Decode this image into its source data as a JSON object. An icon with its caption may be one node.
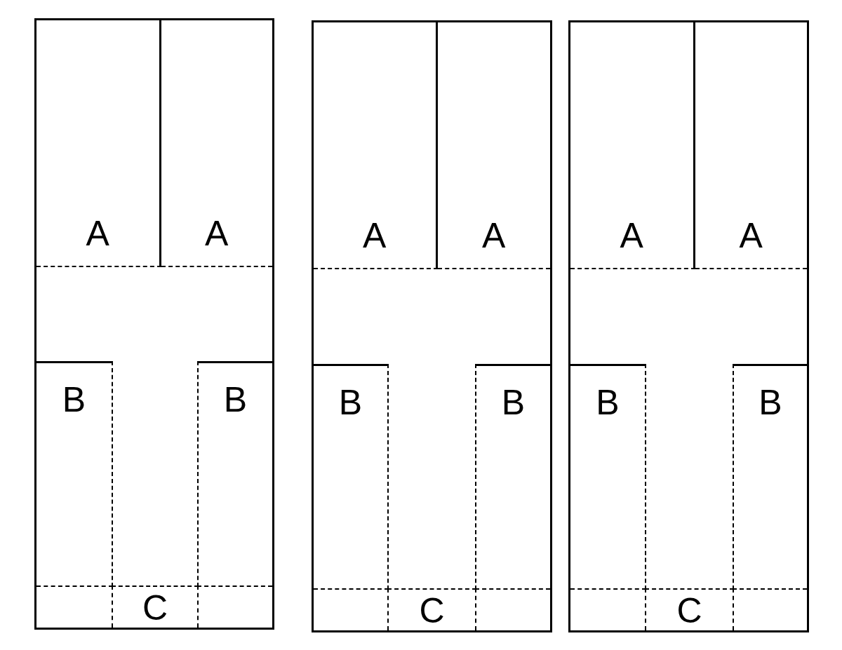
{
  "diagram": {
    "nodes": [
      {
        "text": [],
        "shape": "box"
      },
      {
        "text": [
          "A"
        ],
        "in": 0
      },
      {
        "text": [
          "A"
        ],
        "in": 0
      },
      {
        "text": [
          "B"
        ],
        "in": 0
      },
      {
        "text": [
          "B"
        ],
        "in": 0
      },
      {
        "text": [
          "C"
        ],
        "in": 0
      },
      {
        "text": [],
        "shape": "box"
      },
      {
        "text": [
          "A"
        ],
        "in": 6
      },
      {
        "text": [
          "A"
        ],
        "in": 6
      },
      {
        "text": [
          "B"
        ],
        "in": 6
      },
      {
        "text": [
          "B"
        ],
        "in": 6
      },
      {
        "text": [
          "C"
        ],
        "in": 6
      },
      {
        "text": [],
        "shape": "box"
      },
      {
        "text": [
          "A"
        ],
        "in": 12
      },
      {
        "text": [
          "A"
        ],
        "in": 12
      },
      {
        "text": [
          "B"
        ],
        "in": 12
      },
      {
        "text": [
          "B"
        ],
        "in": 12
      },
      {
        "text": [
          "C"
        ],
        "in": 12
      }
    ]
  }
}
